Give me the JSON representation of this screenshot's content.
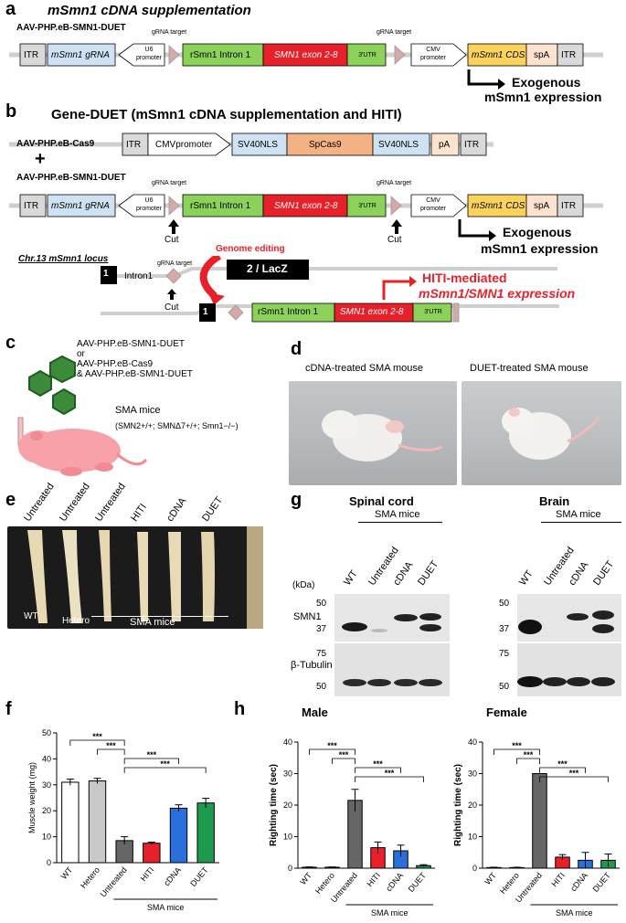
{
  "panels": {
    "a": {
      "letter": "a",
      "title": "mSmn1 cDNA supplementation",
      "construct": "AAV-PHP.eB-SMN1-DUET",
      "expression_line1": "Exogenous",
      "expression_line2": "mSmn1 expression"
    },
    "b": {
      "letter": "b",
      "title": "Gene-DUET (mSmn1 cDNA supplementation and HITI)",
      "construct_cas9": "AAV-PHP.eB-Cas9",
      "plus": "+",
      "construct_duet": "AAV-PHP.eB-SMN1-DUET",
      "cut": "Cut",
      "locus": "Chr.13 mSmn1 locus",
      "genome_editing": "Genome editing",
      "exon1": "1",
      "intron1": "Intron1",
      "exon2": "2 / LacZ",
      "expression_line1": "Exogenous",
      "expression_line2": "mSmn1 expression",
      "hiti_line1": "HITI-mediated",
      "hiti_line2": "mSmn1/SMN1 expression"
    },
    "c": {
      "letter": "c",
      "line1": "AAV-PHP.eB-SMN1-DUET",
      "line2": "or",
      "line3": "AAV-PHP.eB-Cas9",
      "line4": "& AAV-PHP.eB-SMN1-DUET",
      "mice": "SMA mice",
      "genotype": "(SMN2+/+; SMNΔ7+/+; Smn1−/−)"
    },
    "d": {
      "letter": "d",
      "left_label": "cDNA-treated SMA mouse",
      "right_label": "DUET-treated SMA mouse"
    },
    "e": {
      "letter": "e",
      "lanes": [
        "Untreated",
        "Untreated",
        "Untreated",
        "HITI",
        "cDNA",
        "DUET"
      ],
      "wt": "WT",
      "hetero": "Hetero",
      "sma": "SMA mice"
    },
    "g": {
      "letter": "g",
      "spinal": "Spinal cord",
      "brain": "Brain",
      "sma": "SMA mice",
      "kda": "(kDa)",
      "lanes": [
        "WT",
        "Untreated",
        "cDNA",
        "DUET"
      ],
      "smn1": "SMN1",
      "tubulin": "β-Tubulin",
      "markers": [
        "50",
        "37",
        "75",
        "50"
      ]
    }
  },
  "elements": {
    "itr": "ITR",
    "msmn1_grna": "mSmn1 gRNA",
    "u6_line1": "U6",
    "u6_line2": "promoter",
    "grna_target": "gRNA target",
    "rsmn1_intron": "rSmn1 Intron 1",
    "smn1_exon": "SMN1 exon 2-8",
    "utr": "3'UTR",
    "cmv_line1": "CMV",
    "cmv_line2": "promoter",
    "msmn1_cds": "mSmn1 CDS",
    "spa": "spA",
    "cmvpromoter": "CMVpromoter",
    "sv40nls": "SV40NLS",
    "spcas9": "SpCas9",
    "pa": "pA"
  },
  "chart_data": [
    {
      "panel": "f",
      "type": "bar",
      "title": "",
      "ylabel": "Muscle weight (mg)",
      "xlabel": "",
      "group_label": "SMA mice",
      "categories": [
        "WT",
        "Hetero",
        "Untreated",
        "HITI",
        "cDNA",
        "DUET"
      ],
      "values": [
        31,
        31.5,
        8.5,
        7.5,
        21,
        23
      ],
      "errors": [
        1.2,
        1.0,
        1.5,
        0.4,
        1.3,
        1.8
      ],
      "colors": [
        "#ffffff",
        "#c8c8c8",
        "#666666",
        "#e8202a",
        "#2a6fdb",
        "#1d9a4e"
      ],
      "ylim": [
        0,
        50
      ],
      "yticks": [
        0,
        10,
        20,
        30,
        40,
        50
      ],
      "significance": "***"
    },
    {
      "panel": "h",
      "type": "bar",
      "title": "Male",
      "ylabel": "Righting time (sec)",
      "xlabel": "",
      "group_label": "SMA mice",
      "categories": [
        "WT",
        "Hetero",
        "Untreated",
        "HITI",
        "cDNA",
        "DUET"
      ],
      "values": [
        0.3,
        0.3,
        21.5,
        6.5,
        5.5,
        0.8
      ],
      "errors": [
        0.1,
        0.1,
        3.5,
        1.8,
        1.8,
        0.3
      ],
      "colors": [
        "#ffffff",
        "#c8c8c8",
        "#666666",
        "#e8202a",
        "#2a6fdb",
        "#1d9a4e"
      ],
      "ylim": [
        0,
        40
      ],
      "yticks": [
        0,
        10,
        20,
        30,
        40
      ],
      "significance": "***"
    },
    {
      "panel": "h",
      "type": "bar",
      "title": "Female",
      "ylabel": "Righting time (sec)",
      "xlabel": "",
      "group_label": "SMA mice",
      "categories": [
        "WT",
        "Hetero",
        "Untreated",
        "HITI",
        "cDNA",
        "DUET"
      ],
      "values": [
        0.2,
        0.2,
        30,
        3.5,
        2.5,
        2.5
      ],
      "errors": [
        0.1,
        0.1,
        0,
        0.8,
        2.5,
        2.0
      ],
      "colors": [
        "#ffffff",
        "#c8c8c8",
        "#666666",
        "#e8202a",
        "#2a6fdb",
        "#1d9a4e"
      ],
      "ylim": [
        0,
        40
      ],
      "yticks": [
        0,
        10,
        20,
        30,
        40
      ],
      "significance": "***"
    }
  ],
  "panel_f_letter": "f",
  "panel_h_letter": "h"
}
